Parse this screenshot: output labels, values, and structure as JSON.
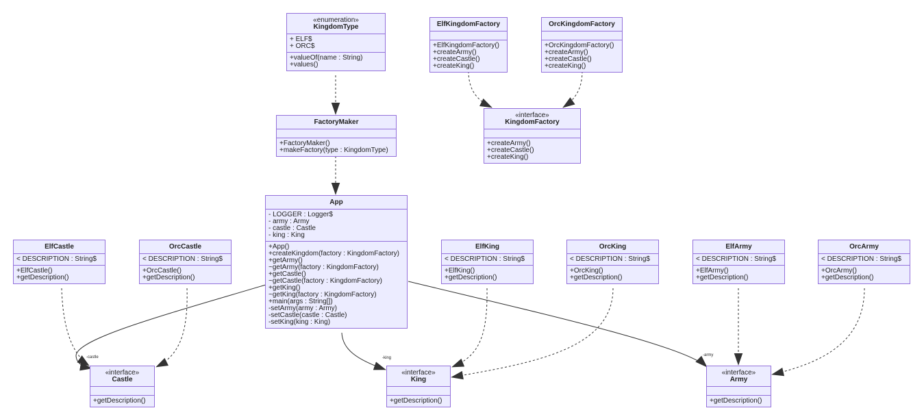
{
  "classes": {
    "kingdomtype": {
      "stereotype": "«enumeration»",
      "name": "KingdomType",
      "attrs": [
        "+ ELF$",
        "+ ORC$"
      ],
      "methods": [
        "+valueOf(name : String)",
        "+values()"
      ]
    },
    "elfkingdomfactory": {
      "stereotype": "",
      "name": "ElfKingdomFactory",
      "attrs": [],
      "methods": [
        "+ElfKingdomFactory()",
        "+createArmy()",
        "+createCastle()",
        "+createKing()"
      ]
    },
    "orckingdomfactory": {
      "stereotype": "",
      "name": "OrcKingdomFactory",
      "attrs": [],
      "methods": [
        "+OrcKingdomFactory()",
        "+createArmy()",
        "+createCastle()",
        "+createKing()"
      ]
    },
    "kingdomfactory": {
      "stereotype": "«interface»",
      "name": "KingdomFactory",
      "attrs": [],
      "methods": [
        "+createArmy()",
        "+createCastle()",
        "+createKing()"
      ]
    },
    "factorymaker": {
      "stereotype": "",
      "name": "FactoryMaker",
      "attrs": [],
      "methods": [
        "+FactoryMaker()",
        "+makeFactory(type : KingdomType)"
      ]
    },
    "app": {
      "stereotype": "",
      "name": "App",
      "attrs": [
        "- LOGGER : Logger$",
        "- army : Army",
        "- castle : Castle",
        "- king : King"
      ],
      "methods": [
        "+App()",
        "+createKingdom(factory : KingdomFactory)",
        "+getArmy()",
        "~getArmy(factory : KingdomFactory)",
        "+getCastle()",
        "~getCastle(factory : KingdomFactory)",
        "+getKing()",
        "~getKing(factory : KingdomFactory)",
        "+main(args : String[])",
        "-setArmy(army : Army)",
        "-setCastle(castle : Castle)",
        "-setKing(king : King)"
      ]
    },
    "elfcastle": {
      "stereotype": "",
      "name": "ElfCastle",
      "attrs": [
        "< DESCRIPTION : String$"
      ],
      "methods": [
        "+ElfCastle()",
        "+getDescription()"
      ]
    },
    "orccastle": {
      "stereotype": "",
      "name": "OrcCastle",
      "attrs": [
        "< DESCRIPTION : String$"
      ],
      "methods": [
        "+OrcCastle()",
        "+getDescription()"
      ]
    },
    "elfking": {
      "stereotype": "",
      "name": "ElfKing",
      "attrs": [
        "< DESCRIPTION : String$"
      ],
      "methods": [
        "+ElfKing()",
        "+getDescription()"
      ]
    },
    "orcking": {
      "stereotype": "",
      "name": "OrcKing",
      "attrs": [
        "< DESCRIPTION : String$"
      ],
      "methods": [
        "+OrcKing()",
        "+getDescription()"
      ]
    },
    "elfarmy": {
      "stereotype": "",
      "name": "ElfArmy",
      "attrs": [
        "< DESCRIPTION : String$"
      ],
      "methods": [
        "+ElfArmy()",
        "+getDescription()"
      ]
    },
    "orcarmy": {
      "stereotype": "",
      "name": "OrcArmy",
      "attrs": [
        "< DESCRIPTION : String$"
      ],
      "methods": [
        "+OrcArmy()",
        "+getDescription()"
      ]
    },
    "castle": {
      "stereotype": "«interface»",
      "name": "Castle",
      "attrs": [],
      "methods": [
        "+getDescription()"
      ]
    },
    "king": {
      "stereotype": "«interface»",
      "name": "King",
      "attrs": [],
      "methods": [
        "+getDescription()"
      ]
    },
    "army": {
      "stereotype": "«interface»",
      "name": "Army",
      "attrs": [],
      "methods": [
        "+getDescription()"
      ]
    }
  },
  "edge_labels": {
    "castle": "-castle",
    "king": "-king",
    "army": "-army"
  },
  "colors": {
    "fill": "#ececff",
    "border": "#9370db",
    "line": "#333333"
  }
}
